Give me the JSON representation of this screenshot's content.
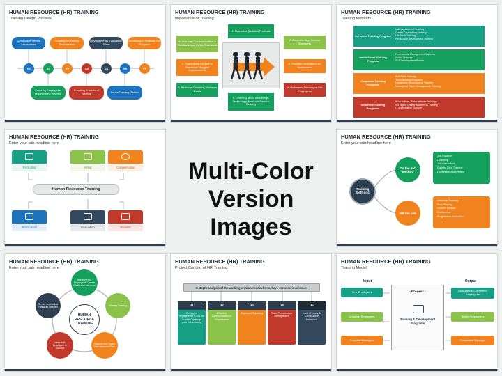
{
  "center_heading": "Multi-Color Version Images",
  "center_lines": [
    "Multi-Color",
    "Version Images"
  ],
  "colors": {
    "blue": "#1e73be",
    "green": "#16a05d",
    "orange": "#f0831e",
    "red": "#c0392b",
    "dark": "#34495e",
    "lime": "#8bc34a",
    "teal": "#16a085",
    "navy": "#2c3e50"
  },
  "s1": {
    "title": "HUMAN RESOURCE (HR) TRAINING",
    "subtitle": "Training Design Process",
    "top_labels": [
      "Conducting Needs Assessment",
      "Creating a Learning Environment",
      "Developing an Evaluation Plan",
      "Identifying & Evaluate the Program"
    ],
    "numbers": [
      "01",
      "02",
      "03",
      "04",
      "05",
      "06",
      "07"
    ],
    "bottom_labels": [
      "Ensuring Employees' readiness for Training",
      "Ensuring Transfer of Training",
      "Select Training Method"
    ]
  },
  "s2": {
    "title": "HUMAN RESOURCE (HR) TRAINING",
    "subtitle": "Importance of Training",
    "boxes": [
      "1. Maintains Qualified Products",
      "2. Achieves High Service Standards",
      "3. Provides Information for Newcomers",
      "4. Refreshes Memory of Old Employees",
      "5. Learning about new things, Technology, Products/Service Delivery",
      "6. Reduces Mistakes, Minimum Costs",
      "7. Opportunity for staff to Feedback/ Suggest Improvements",
      "8. Improves Communication & Relationships, Better Teamwork"
    ]
  },
  "s3": {
    "title": "HUMAN RESOURCE (HR) TRAINING",
    "subtitle": "Training Methods",
    "rows": [
      {
        "label": "In-House Training Program",
        "items": [
          "Individual one-off Training",
          "Career Counselling Training",
          "Life Skills Training",
          "Personality Development Training"
        ]
      },
      {
        "label": "Institutional Training Program",
        "items": [
          "Professional Management Institutes",
          "Guest Lectures",
          "Skill Development Events"
        ]
      },
      {
        "label": "Corporate Training Programs",
        "items": [
          "Soft Skills Training",
          "Team Building Programs",
          "Leadership Development Training",
          "Managerial Power Management Training"
        ]
      },
      {
        "label": "Industrial Training Programs",
        "items": [
          "Work-culture- Basic attitude Trainings",
          "Six Sigma Quality Awareness Training",
          "IT & Innovation Training"
        ]
      }
    ]
  },
  "s4": {
    "title": "HUMAN RESOURCE (HR) TRAINING",
    "subtitle": "Enter your sub headline here",
    "top": [
      "Recruiting",
      "Hiring",
      "Compensation"
    ],
    "center": "Human Resource Training",
    "bottom": [
      "Termination",
      "Evaluation",
      "Benefits"
    ]
  },
  "s6": {
    "title": "HUMAN RESOURCE (HR) TRAINING",
    "subtitle": "Enter your sub headline here",
    "hub": "Training Methods",
    "on_job": "On the Job Method",
    "off_job": "Off the Job",
    "on_items": [
      "Job Rotation",
      "Coaching",
      "Job Instruction",
      "Step by Step Training",
      "Committee Assignment"
    ],
    "off_items": [
      "Vestibule Training",
      "Role Playing",
      "Lecture Method",
      "Conference",
      "Programme Instruction"
    ]
  },
  "s7": {
    "title": "HUMAN RESOURCE (HR) TRAINING",
    "subtitle": "Enter your sub headline here",
    "center": "HUMAN RESOURCE TRAINING",
    "nodes": [
      "Identify Your Employee's Career Goals and Interests",
      "Identify Training",
      "Prepare the Career Development Plan",
      "Meet with Employee to Discuss",
      "Revise and Adjust Plans as Needed"
    ]
  },
  "s8": {
    "title": "HUMAN RESOURCE (HR) TRAINING",
    "subtitle": "Project Context of HR Training",
    "banner": "In-depth analysis of the working environment in firms, have some serious issues",
    "numbers": [
      "01",
      "02",
      "03",
      "04",
      "05"
    ],
    "cols": [
      "Employee engagement is low the Crucial Challenge your firm is facing",
      "Effective Communication in Organization",
      "Employee Coaching",
      "Team Performance Management",
      "Lack of timely & Constructive Feedback"
    ]
  },
  "s9": {
    "title": "HUMAN RESOURCE (HR) TRAINING",
    "subtitle": "Training Model",
    "input_h": "Input",
    "output_h": "Output",
    "process": "- Process -",
    "inputs": [
      "New Employees",
      "Unskilled Employees",
      "Potential Managers"
    ],
    "center": "Training & Development Programs",
    "outputs": [
      "Motivated & Committed Employees",
      "Skilled Employees",
      "Competent Manager"
    ]
  }
}
